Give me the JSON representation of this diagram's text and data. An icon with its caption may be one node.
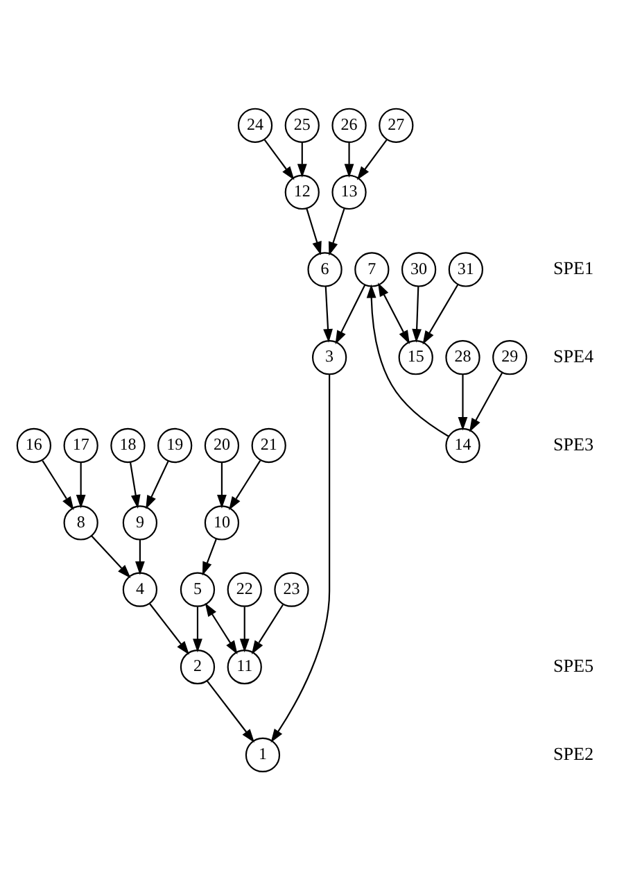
{
  "diagram": {
    "nodes": [
      {
        "text": [
          "1"
        ]
      },
      {
        "text": [
          "2"
        ]
      },
      {
        "text": [
          "3"
        ]
      },
      {
        "text": [
          "4"
        ]
      },
      {
        "text": [
          "5"
        ]
      },
      {
        "text": [
          "6"
        ]
      },
      {
        "text": [
          "7"
        ]
      },
      {
        "text": [
          "8"
        ]
      },
      {
        "text": [
          "9"
        ]
      },
      {
        "text": [
          "10"
        ]
      },
      {
        "text": [
          "11"
        ]
      },
      {
        "text": [
          "12"
        ]
      },
      {
        "text": [
          "13"
        ]
      },
      {
        "text": [
          "14"
        ]
      },
      {
        "text": [
          "15"
        ]
      },
      {
        "text": [
          "16"
        ]
      },
      {
        "text": [
          "17"
        ]
      },
      {
        "text": [
          "18"
        ]
      },
      {
        "text": [
          "19"
        ]
      },
      {
        "text": [
          "20"
        ]
      },
      {
        "text": [
          "21"
        ]
      },
      {
        "text": [
          "22"
        ]
      },
      {
        "text": [
          "23"
        ]
      },
      {
        "text": [
          "24"
        ]
      },
      {
        "text": [
          "25"
        ]
      },
      {
        "text": [
          "26"
        ]
      },
      {
        "text": [
          "27"
        ]
      },
      {
        "text": [
          "28"
        ]
      },
      {
        "text": [
          "29"
        ]
      },
      {
        "text": [
          "30"
        ]
      },
      {
        "text": [
          "31"
        ]
      }
    ],
    "edges": [
      {
        "from": 23,
        "to": 11,
        "arrow": "to"
      },
      {
        "from": 24,
        "to": 11,
        "arrow": "to"
      },
      {
        "from": 25,
        "to": 12,
        "arrow": "to"
      },
      {
        "from": 26,
        "to": 12,
        "arrow": "to"
      },
      {
        "from": 11,
        "to": 5,
        "arrow": "to"
      },
      {
        "from": 12,
        "to": 5,
        "arrow": "to"
      },
      {
        "from": 5,
        "to": 2,
        "arrow": "to"
      },
      {
        "from": 15,
        "to": 7,
        "arrow": "to"
      },
      {
        "from": 16,
        "to": 7,
        "arrow": "to"
      },
      {
        "from": 17,
        "to": 8,
        "arrow": "to"
      },
      {
        "from": 18,
        "to": 8,
        "arrow": "to"
      },
      {
        "from": 7,
        "to": 3,
        "arrow": "to"
      },
      {
        "from": 8,
        "to": 3,
        "arrow": "to"
      },
      {
        "from": 3,
        "to": 1,
        "arrow": "to"
      },
      {
        "from": 4,
        "to": 1,
        "arrow": "to"
      },
      {
        "from": 9,
        "to": 4,
        "arrow": "to"
      },
      {
        "from": 4,
        "to": 10,
        "arrow": "both"
      },
      {
        "from": 19,
        "to": 9,
        "arrow": "to"
      },
      {
        "from": 20,
        "to": 9,
        "arrow": "to"
      },
      {
        "from": 21,
        "to": 10,
        "arrow": "to"
      },
      {
        "from": 22,
        "to": 10,
        "arrow": "to"
      },
      {
        "from": 1,
        "to": 0,
        "arrow": "to"
      },
      {
        "from": 2,
        "to": 0,
        "arrow": "to"
      },
      {
        "from": 6,
        "to": 2,
        "arrow": "to"
      },
      {
        "from": 13,
        "to": 6,
        "arrow": "to"
      },
      {
        "from": 6,
        "to": 14,
        "arrow": "both"
      },
      {
        "from": 27,
        "to": 13,
        "arrow": "to"
      },
      {
        "from": 28,
        "to": 13,
        "arrow": "to"
      },
      {
        "from": 29,
        "to": 14,
        "arrow": "to"
      },
      {
        "from": 30,
        "to": 14,
        "arrow": "to"
      }
    ],
    "labels": [
      "SPE1",
      "SPE4",
      "SPE3",
      "SPE5",
      "SPE2"
    ]
  }
}
